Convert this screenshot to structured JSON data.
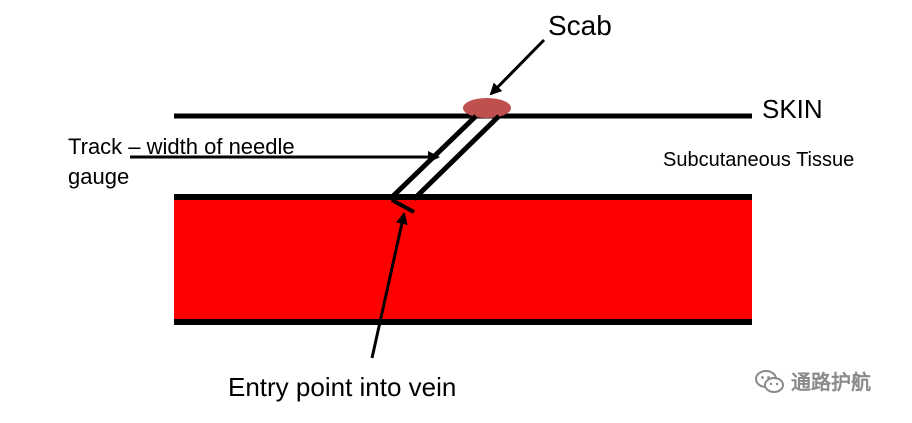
{
  "labels": {
    "scab": "Scab",
    "skin": "SKIN",
    "subcutaneous": "Subcutaneous Tissue",
    "track": "Track – width of needle gauge",
    "entry": "Entry point into vein"
  },
  "watermark": {
    "text": "通路护航",
    "icon": "wechat-icon"
  },
  "colors": {
    "vein": "#ff0000",
    "scab": "#c0504d",
    "line": "#000000",
    "watermark": "#8a8a8a"
  }
}
